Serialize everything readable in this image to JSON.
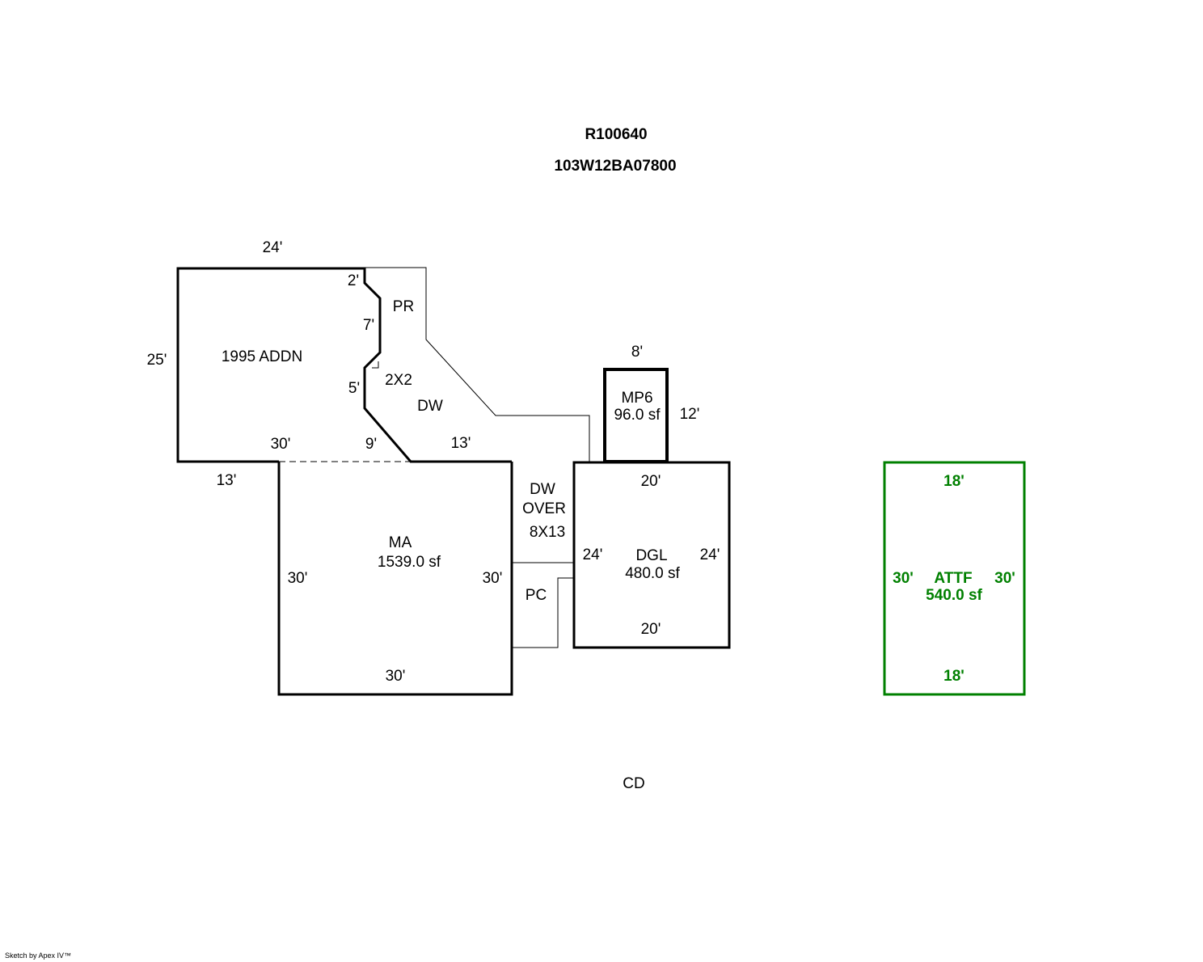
{
  "header": {
    "account": "R100640",
    "map_taxlot": "103W12BA07800"
  },
  "colors": {
    "lines": "#000000",
    "attf": "#008000"
  },
  "areas": {
    "addn": {
      "label": "1995 ADDN"
    },
    "pr": {
      "label": "PR"
    },
    "dw": {
      "label": "DW"
    },
    "dw_over": {
      "line1": "DW",
      "line2": "OVER",
      "line3": "8X13"
    },
    "pc": {
      "label": "PC"
    },
    "ma": {
      "label": "MA",
      "area": "1539.0 sf"
    },
    "mp6": {
      "label": "MP6",
      "area": "96.0 sf"
    },
    "dgl": {
      "label": "DGL",
      "area": "480.0 sf"
    },
    "attf": {
      "label": "ATTF",
      "area": "540.0 sf"
    },
    "note_2x2": "2X2"
  },
  "dimensions": {
    "addn_top": "24'",
    "addn_left": "25'",
    "addn_notch_top": "2'",
    "addn_notch_mid": "7'",
    "addn_notch_low": "5'",
    "addn_bottom": "30'",
    "addn_diag": "9'",
    "dw_bottom": "13'",
    "ma_top_left": "13'",
    "ma_left": "30'",
    "ma_right": "30'",
    "ma_bottom": "30'",
    "mp6_top": "8'",
    "mp6_right": "12'",
    "dgl_top": "20'",
    "dgl_left": "24'",
    "dgl_right": "24'",
    "dgl_bottom": "20'",
    "attf_top": "18'",
    "attf_left": "30'",
    "attf_right": "30'",
    "attf_bottom": "18'"
  },
  "footer": {
    "code": "CD",
    "credit": "Sketch by Apex IV™"
  }
}
